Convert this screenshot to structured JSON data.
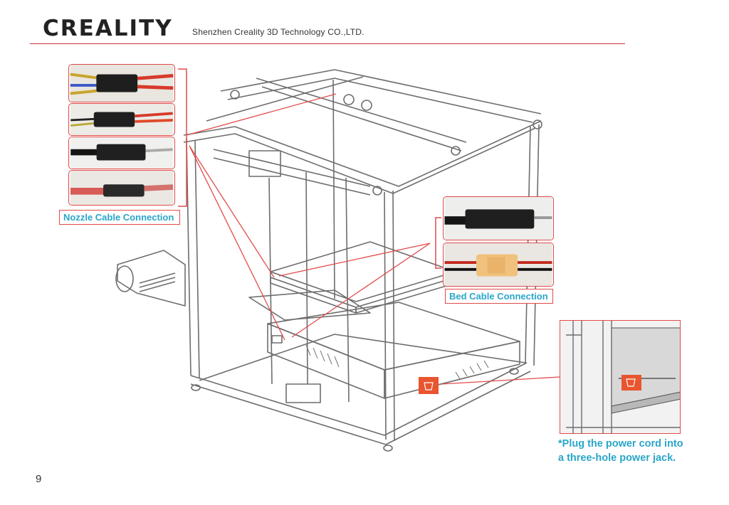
{
  "header": {
    "logo": "CREALITY",
    "company": "Shenzhen Creality 3D Technology CO.,LTD."
  },
  "captions": {
    "nozzle": "Nozzle Cable Connection",
    "bed": "Bed Cable Connection"
  },
  "note": {
    "line1": "*Plug the power cord into",
    "line2": "a three-hole power jack."
  },
  "page_number": "9",
  "colors": {
    "accent_red": "#e24b4b",
    "caption_blue": "#2aa6c9",
    "frame_gray": "#6d6d6d",
    "jack_orange": "#e8552e"
  }
}
